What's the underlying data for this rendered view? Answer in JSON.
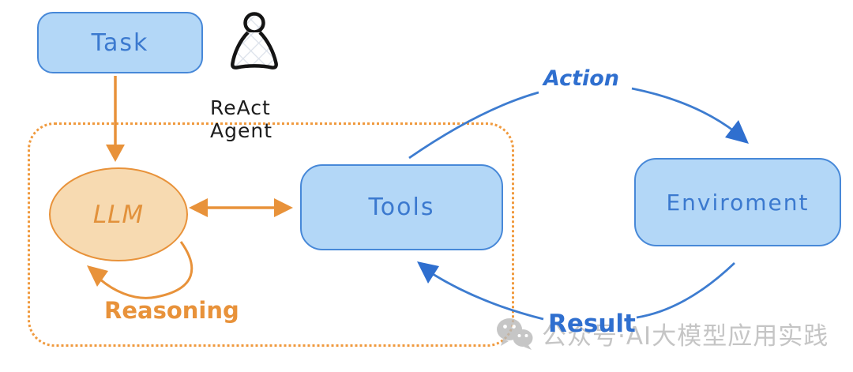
{
  "diagram": {
    "container_label": "ReAct Agent",
    "nodes": {
      "task": {
        "label": "Task"
      },
      "llm": {
        "label": "LLM"
      },
      "tools": {
        "label": "Tools"
      },
      "environment": {
        "label": "Enviroment"
      }
    },
    "edge_labels": {
      "action": "Action",
      "result": "Result",
      "reasoning": "Reasoning"
    },
    "icons": {
      "person": "person-icon",
      "wechat": "wechat-icon"
    },
    "colors": {
      "node_fill_blue": "#b3d7f7",
      "node_border_blue": "#4788d8",
      "node_text_blue": "#3b79cf",
      "edge_blue": "#3d7cd0",
      "orange": "#e8923a",
      "llm_fill": "#f7dab1",
      "dashed_border": "#f09a3e",
      "watermark_gray": "#c5c5c5"
    }
  },
  "watermark": {
    "text": "公众号·AI大模型应用实践"
  }
}
